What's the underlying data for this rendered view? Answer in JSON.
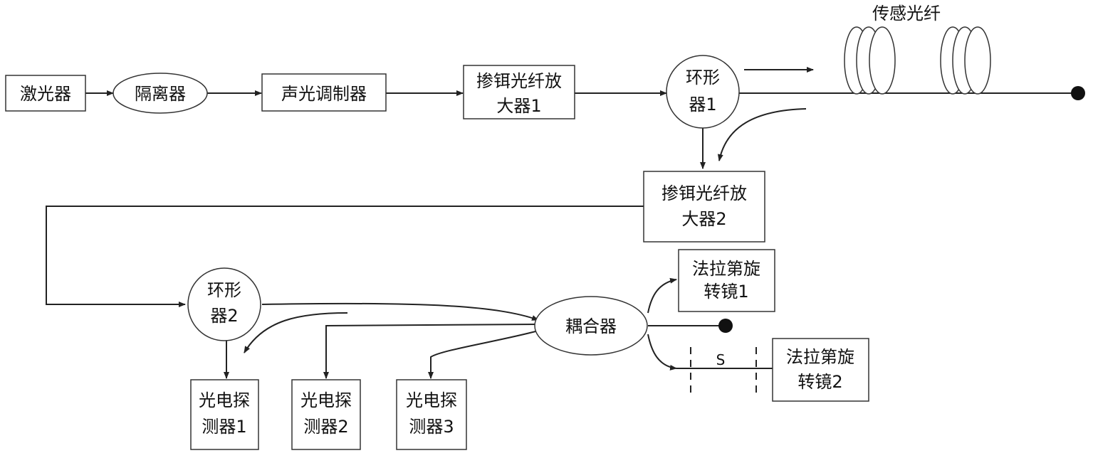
{
  "nodes": {
    "laser": "激光器",
    "isolator": "隔离器",
    "aom": "声光调制器",
    "edfa1": [
      "掺铒光纤放",
      "大器1"
    ],
    "circulator1": [
      "环形",
      "器1"
    ],
    "sensing_fiber": "传感光纤",
    "edfa2": [
      "掺铒光纤放",
      "大器2"
    ],
    "circulator2": [
      "环形",
      "器2"
    ],
    "coupler": "耦合器",
    "faraday1": [
      "法拉第旋",
      "转镜1"
    ],
    "faraday2": [
      "法拉第旋",
      "转镜2"
    ],
    "pd1": [
      "光电探",
      "测器1"
    ],
    "pd2": [
      "光电探",
      "测器2"
    ],
    "pd3": [
      "光电探",
      "测器3"
    ],
    "delay_label": "S"
  }
}
